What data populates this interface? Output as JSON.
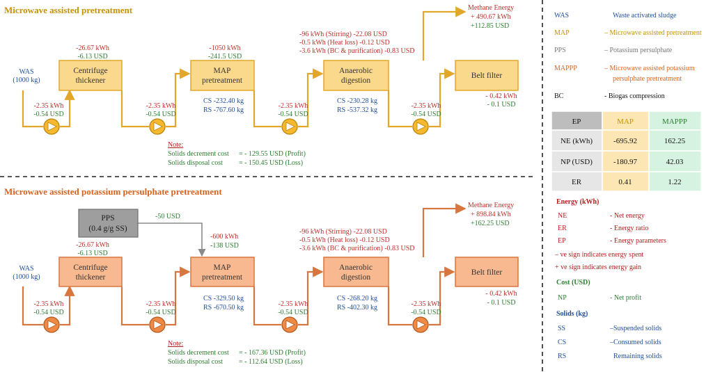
{
  "colors": {
    "yellow_fill": "#FBD98C",
    "yellow_stroke": "#E2A72A",
    "yellow_title": "#C79100",
    "orange_fill": "#F8B991",
    "orange_stroke": "#D8763F",
    "orange_title": "#D8631E",
    "pps_fill": "#9E9E9E",
    "red": "#C0302A",
    "green": "#2E7D32",
    "blue": "#1F4E9C",
    "gray_text": "#777777",
    "note_red": "#B71C1C",
    "table_ep": "#BDBDBD",
    "table_map": "#FCE7B4",
    "table_mappp": "#D6F2E0",
    "table_rowhead": "#E6E6E6"
  },
  "panel_top": {
    "title": "Microwave assisted pretreatment",
    "was": [
      "WAS",
      "(1000 kg)"
    ],
    "centrifuge": [
      "Centrifuge",
      "thickener"
    ],
    "map": [
      "MAP",
      "pretreatment"
    ],
    "anaerobic": [
      "Anaerobic",
      "digestion"
    ],
    "belt": "Belt filter",
    "pump_in": [
      "-2.35 kWh",
      "-0.54 USD"
    ],
    "pump1": [
      "-2.35 kWh",
      "-0.54 USD"
    ],
    "pump2": [
      "-2.35 kWh",
      "-0.54 USD"
    ],
    "pump3": [
      "-2.35 kWh",
      "-0.54 USD"
    ],
    "cent_energy": [
      "-26.67 kWh",
      "-6.13 USD"
    ],
    "map_energy": [
      "-1050 kWh",
      "-241.5 USD"
    ],
    "map_solids": [
      "CS -232.40 kg",
      "RS -767.60 kg"
    ],
    "ad_energy": [
      "-96 kWh (Stirring) -22.08 USD",
      "-0.5 kWh (Heat loss) -0.12 USD",
      "-3.6 kWh (BC & purification) -0.83 USD"
    ],
    "ad_solids": [
      "CS -230.28 kg",
      "RS -537.32 kg"
    ],
    "belt_energy": [
      "- 0.42 kWh",
      "- 0.1 USD"
    ],
    "methane": [
      "Methane Energy",
      "+ 490.67 kWh",
      "+112.85 USD"
    ],
    "note": {
      "heading": "Note:",
      "line1_label": "Solids decrement cost",
      "line1_value": "= - 129.55 USD  (Profit)",
      "line2_label": "Solids disposal cost",
      "line2_value": "= -  150.45 USD  (Loss)"
    }
  },
  "panel_bottom": {
    "title": "Microwave assisted potassium persulphate pretreatment",
    "pps": [
      "PPS",
      "(0.4 g/g SS)"
    ],
    "pps_cost": "-50 USD",
    "was": [
      "WAS",
      "(1000 kg)"
    ],
    "centrifuge": [
      "Centrifuge",
      "thickener"
    ],
    "map": [
      "MAP",
      "pretreatment"
    ],
    "anaerobic": [
      "Anaerobic",
      "digestion"
    ],
    "belt": "Belt filter",
    "pump_in": [
      "-2.35 kWh",
      "-0.54 USD"
    ],
    "pump1": [
      "-2.35 kWh",
      "-0.54 USD"
    ],
    "pump2": [
      "-2.35 kWh",
      "-0.54 USD"
    ],
    "pump3": [
      "-2.35 kWh",
      "-0.54 USD"
    ],
    "cent_energy": [
      "-26.67 kWh",
      "-6.13 USD"
    ],
    "map_energy": [
      "-600 kWh",
      "-138 USD"
    ],
    "map_solids": [
      "CS -329.50 kg",
      "RS -670.50 kg"
    ],
    "ad_energy": [
      "-96 kWh (Stirring) -22.08 USD",
      "-0.5 kWh (Heat loss) -0.12 USD",
      "-3.6 kWh (BC & purification) -0.83 USD"
    ],
    "ad_solids": [
      "CS -268.20 kg",
      "RS -402.30 kg"
    ],
    "belt_energy": [
      "- 0.42 kWh",
      "- 0.1 USD"
    ],
    "methane": [
      "Methane Energy",
      "+ 898.84 kWh",
      "+162.25 USD"
    ],
    "note": {
      "heading": "Note:",
      "line1_label": "Solids decrement cost",
      "line1_value": "= - 167.36 USD  (Profit)",
      "line2_label": "Solids disposal cost",
      "line2_value": "= -  112.64 USD  (Loss)"
    }
  },
  "legend": {
    "abbrev": [
      {
        "key": "WAS",
        "desc": "Waste activated sludge"
      },
      {
        "key": "MAP",
        "desc": "– Microwave assisted pretreatment"
      },
      {
        "key": "PPS",
        "desc": "–  Potassium persulphate"
      },
      {
        "key": "MAPPP",
        "desc": "– Microwave assisted potassium",
        "desc2": "persulphate pretreatment"
      },
      {
        "key": "BC",
        "desc": "- Biogas compression"
      }
    ],
    "table": {
      "headers": [
        "EP",
        "MAP",
        "MAPPP"
      ],
      "rows": [
        [
          "NE (kWh)",
          "-695.92",
          "162.25"
        ],
        [
          "NP (USD)",
          "-180.97",
          "42.03"
        ],
        [
          "ER",
          "0.41",
          "1.22"
        ]
      ]
    },
    "energy_heading": "Energy (kWh)",
    "energy_items": [
      {
        "key": "NE",
        "desc": "- Net energy"
      },
      {
        "key": "ER",
        "desc": "- Energy ratio"
      },
      {
        "key": "EP",
        "desc": "- Energy parameters"
      }
    ],
    "sign_notes": [
      "– ve sign indicates energy spent",
      "+ ve sign indicates energy gain"
    ],
    "cost_heading": "Cost (USD)",
    "cost_items": [
      {
        "key": "NP",
        "desc": "-  Net profit"
      }
    ],
    "solids_heading": "Solids  (kg)",
    "solids_items": [
      {
        "key": "SS",
        "desc": "–Suspended solids"
      },
      {
        "key": "CS",
        "desc": "–Consumed solids"
      },
      {
        "key": "RS",
        "desc": "Remaining solids"
      }
    ]
  }
}
